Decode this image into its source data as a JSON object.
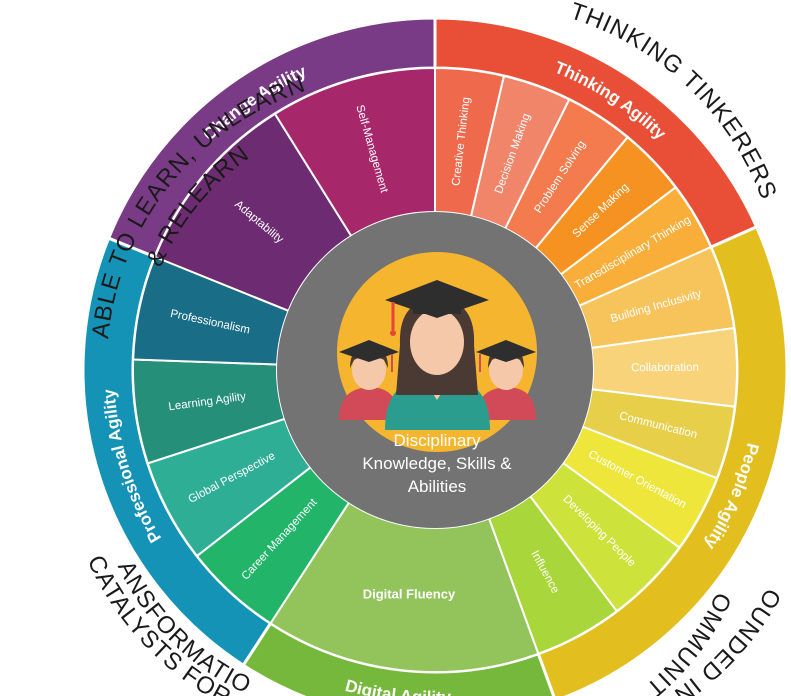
{
  "outer_phrases": [
    {
      "text": "ABLE TO LEARN, UNLEARN"
    },
    {
      "text": "& RELEARN"
    },
    {
      "text": "THINKING TINKERERS"
    },
    {
      "text": "GROUNDED IN THE"
    },
    {
      "text": "COMMUNITY"
    },
    {
      "text": "CATALYSTS FOR"
    },
    {
      "text": "TRANSFORMATION"
    }
  ],
  "categories": [
    {
      "id": "thinking",
      "label": "Thinking Agility",
      "color": "#e94f37"
    },
    {
      "id": "people",
      "label": "People Agility",
      "color": "#e3be1f"
    },
    {
      "id": "digital",
      "label": "Digital Agility",
      "color": "#76b83b"
    },
    {
      "id": "professional",
      "label": "Professional Agility",
      "color": "#1593b6"
    },
    {
      "id": "change",
      "label": "Change Agility",
      "color": "#7a3b86"
    }
  ],
  "subcategories": [
    {
      "label": "Creative Thinking",
      "color": "#ef6a4c"
    },
    {
      "label": "Decision Making",
      "color": "#f0856a"
    },
    {
      "label": "Problem Solving",
      "color": "#f37b4d"
    },
    {
      "label": "Sense Making",
      "color": "#f69221"
    },
    {
      "label": "Transdisciplinary Thinking",
      "color": "#f9ae3a"
    },
    {
      "label": "Building Inclusivity",
      "color": "#f7c35b"
    },
    {
      "label": "Collaboration",
      "color": "#f8d37a"
    },
    {
      "label": "Communication",
      "color": "#e8cf4a"
    },
    {
      "label": "Customer Orientation",
      "color": "#eee63a"
    },
    {
      "label": "Developing People",
      "color": "#cde23a"
    },
    {
      "label": "Influence",
      "color": "#a9d63a"
    },
    {
      "label": "Digital Fluency",
      "color": "#93c45c"
    },
    {
      "label": "Career Management",
      "color": "#22b569"
    },
    {
      "label": "Global Perspective",
      "color": "#2fae96"
    },
    {
      "label": "Learning Agility",
      "color": "#258f7a"
    },
    {
      "label": "Professionalism",
      "color": "#1a6d86"
    },
    {
      "label": "Adaptability",
      "color": "#6d2c72"
    },
    {
      "label": "Self-Management",
      "color": "#a7276b"
    }
  ],
  "center": {
    "lines": [
      "Disciplinary",
      "Knowledge, Skills &",
      "Abilities"
    ],
    "ring_color": "#737373",
    "icon_bg_color": "#f5b52e"
  }
}
